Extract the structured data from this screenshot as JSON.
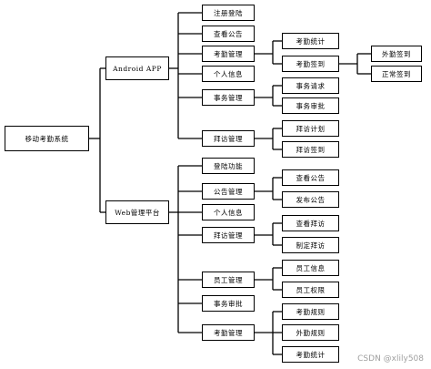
{
  "root": "移动考勤系统",
  "branches": {
    "android": {
      "label": "Android APP",
      "items": {
        "register": "注册登陆",
        "view_notice": "查看公告",
        "attendance": {
          "label": "考勤管理",
          "stats": "考勤统计",
          "checkin": {
            "label": "考勤签到",
            "field": "外勤签到",
            "normal": "正常签到"
          }
        },
        "profile": "个人信息",
        "affairs": {
          "label": "事务管理",
          "request": "事务请求",
          "approve": "事务审批"
        },
        "visit": {
          "label": "拜访管理",
          "plan": "拜访计划",
          "checkin": "拜访签到"
        }
      }
    },
    "web": {
      "label": "Web管理平台",
      "items": {
        "login": "登陆功能",
        "notice": {
          "label": "公告管理",
          "view": "查看公告",
          "publish": "发布公告"
        },
        "profile": "个人信息",
        "visit": {
          "label": "拜访管理",
          "view": "查看拜访",
          "create": "制定拜访"
        },
        "staff": {
          "label": "员工管理",
          "info": "员工信息",
          "permissions": "员工权限"
        },
        "affairs_approve": "事务审批",
        "attendance": {
          "label": "考勤管理",
          "rules": "考勤规则",
          "field": "外勤规则",
          "stats": "考勤统计"
        }
      }
    }
  },
  "watermark": "CSDN @xlily508"
}
